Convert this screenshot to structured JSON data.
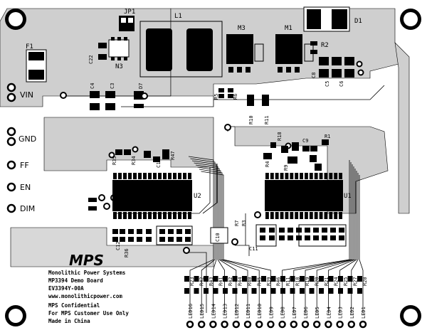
{
  "board": {
    "logo": "MPS",
    "info_lines": [
      "Monolithic Power Systems",
      "MP3394 Demo Board",
      "EV3394Y-00A",
      "www.monolithicpower.com",
      "MPS Confidential",
      "For MPS Customer Use Only",
      "Made in China"
    ]
  },
  "connectors": {
    "left": [
      "VIN",
      "GND",
      "FF",
      "EN",
      "DIM"
    ]
  },
  "refdes": {
    "JP1": "JP1",
    "L1": "L1",
    "D1": "D1",
    "F1": "F1",
    "C22": "C22",
    "N3": "N3",
    "M3": "M3",
    "M1": "M1",
    "R2": "R2",
    "C4": "C4",
    "C3": "C3",
    "D7": "D7",
    "C8": "C8",
    "C5": "C5",
    "C6": "C6",
    "R5": "R5",
    "R6": "R6",
    "R10": "R10",
    "R11": "R11",
    "R4": "R4",
    "R9": "R9",
    "R35": "R35",
    "R34": "R34",
    "R47": "R47",
    "C18": "C18",
    "U2": "U2",
    "U1": "U1",
    "R18": "R18",
    "C9": "C9",
    "C10": "C10",
    "R1": "R1",
    "R7": "R7",
    "R3": "R3",
    "R30": "R30",
    "C11": "C11",
    "C12": "C12",
    "R36": "R36"
  },
  "led_labels": [
    "LED16",
    "LED15",
    "LED14",
    "LED13",
    "LED12",
    "LED11",
    "LED10",
    "LED9",
    "LED8",
    "LED7",
    "LED6",
    "LED5",
    "LED4",
    "LED3",
    "LED2",
    "LED1"
  ],
  "resistor_labels": [
    "R23",
    "R42",
    "R43",
    "R41",
    "R42",
    "R44",
    "R40",
    "R45",
    "R39",
    "R46",
    "R11",
    "R18",
    "R19",
    "R20",
    "R21",
    "R24",
    "R25",
    "R27",
    "R20"
  ]
}
